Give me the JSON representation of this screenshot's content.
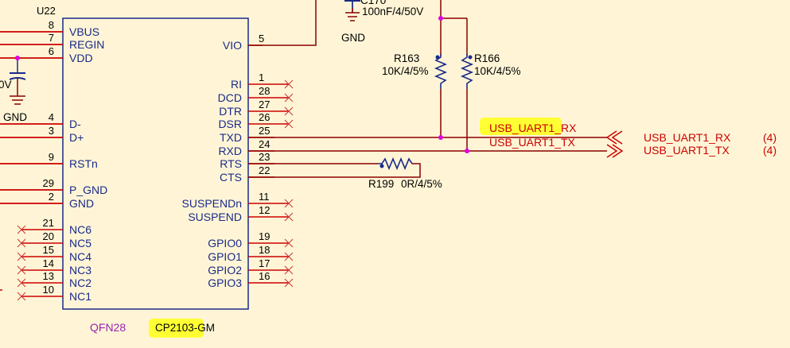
{
  "chip": {
    "ref": "U22",
    "package": "QFN28",
    "part": "CP2103-GM",
    "left_pins": [
      {
        "num": "8",
        "name": "VBUS"
      },
      {
        "num": "7",
        "name": "REGIN"
      },
      {
        "num": "6",
        "name": "VDD"
      },
      {
        "num": "4",
        "name": "D-"
      },
      {
        "num": "3",
        "name": "D+"
      },
      {
        "num": "9",
        "name": "RSTn"
      },
      {
        "num": "29",
        "name": "P_GND"
      },
      {
        "num": "2",
        "name": "GND"
      },
      {
        "num": "21",
        "name": "NC6"
      },
      {
        "num": "20",
        "name": "NC5"
      },
      {
        "num": "15",
        "name": "NC4"
      },
      {
        "num": "14",
        "name": "NC3"
      },
      {
        "num": "13",
        "name": "NC2"
      },
      {
        "num": "10",
        "name": "NC1"
      }
    ],
    "right_pins": [
      {
        "num": "5",
        "name": "VIO"
      },
      {
        "num": "1",
        "name": "RI"
      },
      {
        "num": "28",
        "name": "DCD"
      },
      {
        "num": "27",
        "name": "DTR"
      },
      {
        "num": "26",
        "name": "DSR"
      },
      {
        "num": "25",
        "name": "TXD"
      },
      {
        "num": "24",
        "name": "RXD"
      },
      {
        "num": "23",
        "name": "RTS"
      },
      {
        "num": "22",
        "name": "CTS"
      },
      {
        "num": "11",
        "name": "SUSPENDn"
      },
      {
        "num": "12",
        "name": "SUSPEND"
      },
      {
        "num": "19",
        "name": "GPIO0"
      },
      {
        "num": "18",
        "name": "GPIO1"
      },
      {
        "num": "17",
        "name": "GPIO2"
      },
      {
        "num": "16",
        "name": "GPIO3"
      }
    ]
  },
  "capacitor_top": {
    "value": "100nF/4/50V",
    "ground": "GND",
    "ref_partial": "C170"
  },
  "capacitor_left": {
    "value_partial": "0V",
    "ground": "GND"
  },
  "resistors": [
    {
      "ref": "R163",
      "value": "10K/4/5%"
    },
    {
      "ref": "R166",
      "value": "10K/4/5%"
    },
    {
      "ref": "R199",
      "value": "0R/4/5%"
    }
  ],
  "nets": {
    "rx_label": "USB_UART1_RX",
    "tx_label": "USB_UART1_TX",
    "port_rx": "USB_UART1_RX",
    "port_tx": "USB_UART1_TX",
    "port_rx_sheet": "(4)",
    "port_tx_sheet": "(4)"
  },
  "colors": {
    "background": "#FFF5D6",
    "body_outline": "#1a2a8a",
    "wire": "#8b0000",
    "pin_line": "#cc0000",
    "junction": "#e000e0",
    "highlight": "#ffff00"
  }
}
